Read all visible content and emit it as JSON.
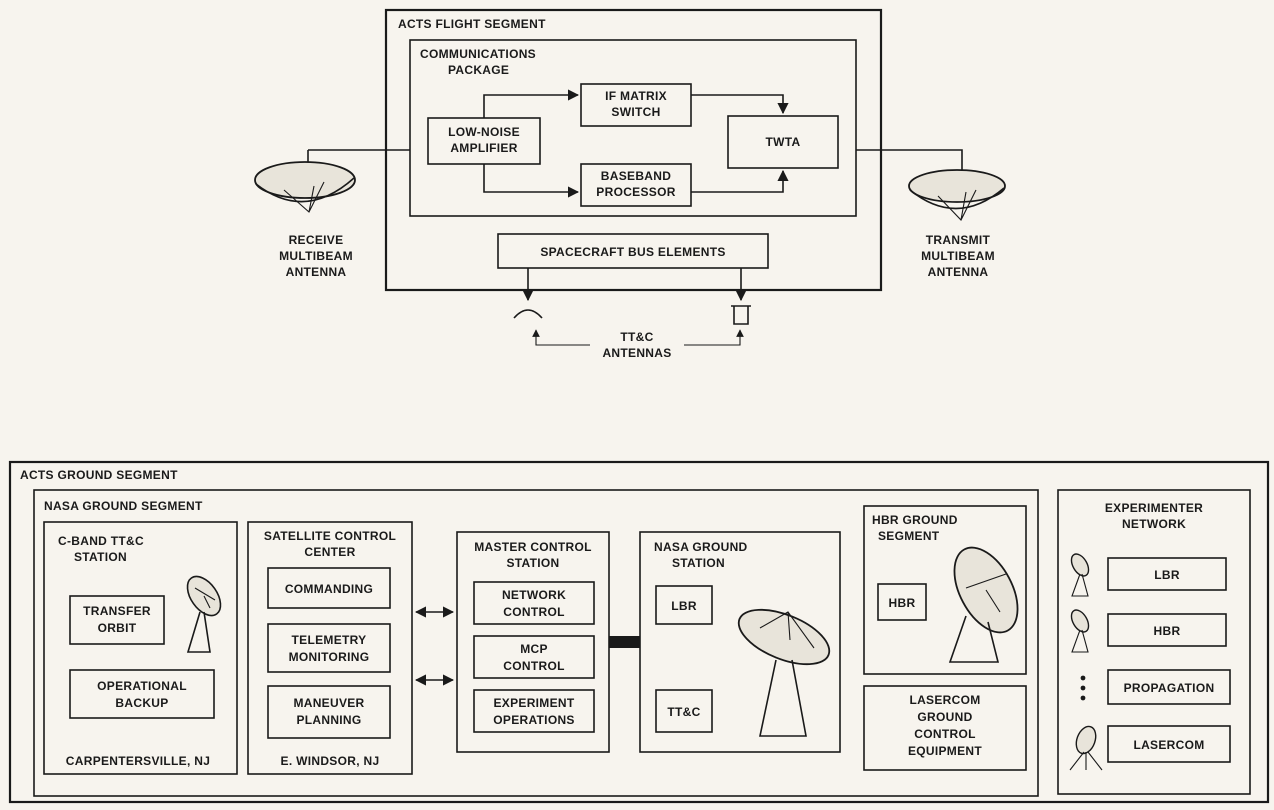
{
  "flight_segment": {
    "title": "ACTS FLIGHT SEGMENT",
    "comms_package": [
      "COMMUNICATIONS",
      "PACKAGE"
    ],
    "lna": [
      "LOW-NOISE",
      "AMPLIFIER"
    ],
    "if_switch": [
      "IF MATRIX",
      "SWITCH"
    ],
    "baseband": [
      "BASEBAND",
      "PROCESSOR"
    ],
    "twta": "TWTA",
    "bus": "SPACECRAFT BUS ELEMENTS",
    "receive_antenna": [
      "RECEIVE",
      "MULTIBEAM",
      "ANTENNA"
    ],
    "transmit_antenna": [
      "TRANSMIT",
      "MULTIBEAM",
      "ANTENNA"
    ],
    "ttc_antennas": [
      "TT&C",
      "ANTENNAS"
    ]
  },
  "ground_segment": {
    "title": "ACTS GROUND SEGMENT",
    "nasa": {
      "title": "NASA GROUND SEGMENT",
      "cband": {
        "title": [
          "C-BAND TT&C",
          "STATION"
        ],
        "transfer_orbit": [
          "TRANSFER",
          "ORBIT"
        ],
        "operational_backup": [
          "OPERATIONAL",
          "BACKUP"
        ],
        "location": "CARPENTERSVILLE, NJ"
      },
      "scc": {
        "title": [
          "SATELLITE CONTROL",
          "CENTER"
        ],
        "commanding": "COMMANDING",
        "telemetry": [
          "TELEMETRY",
          "MONITORING"
        ],
        "maneuver": [
          "MANEUVER",
          "PLANNING"
        ],
        "location": "E. WINDSOR, NJ"
      },
      "mcs": {
        "title": [
          "MASTER CONTROL",
          "STATION"
        ],
        "network_control": [
          "NETWORK",
          "CONTROL"
        ],
        "mcp_control": [
          "MCP",
          "CONTROL"
        ],
        "experiment_ops": [
          "EXPERIMENT",
          "OPERATIONS"
        ]
      },
      "ngs": {
        "title": [
          "NASA GROUND",
          "STATION"
        ],
        "lbr": "LBR",
        "ttc": "TT&C"
      },
      "hbr": {
        "title": [
          "HBR GROUND",
          "SEGMENT"
        ],
        "hbr": "HBR"
      },
      "lasercom": [
        "LASERCOM",
        "GROUND",
        "CONTROL",
        "EQUIPMENT"
      ]
    },
    "experimenter": {
      "title": [
        "EXPERIMENTER",
        "NETWORK"
      ],
      "items": [
        "LBR",
        "HBR",
        "PROPAGATION",
        "LASERCOM"
      ]
    }
  }
}
